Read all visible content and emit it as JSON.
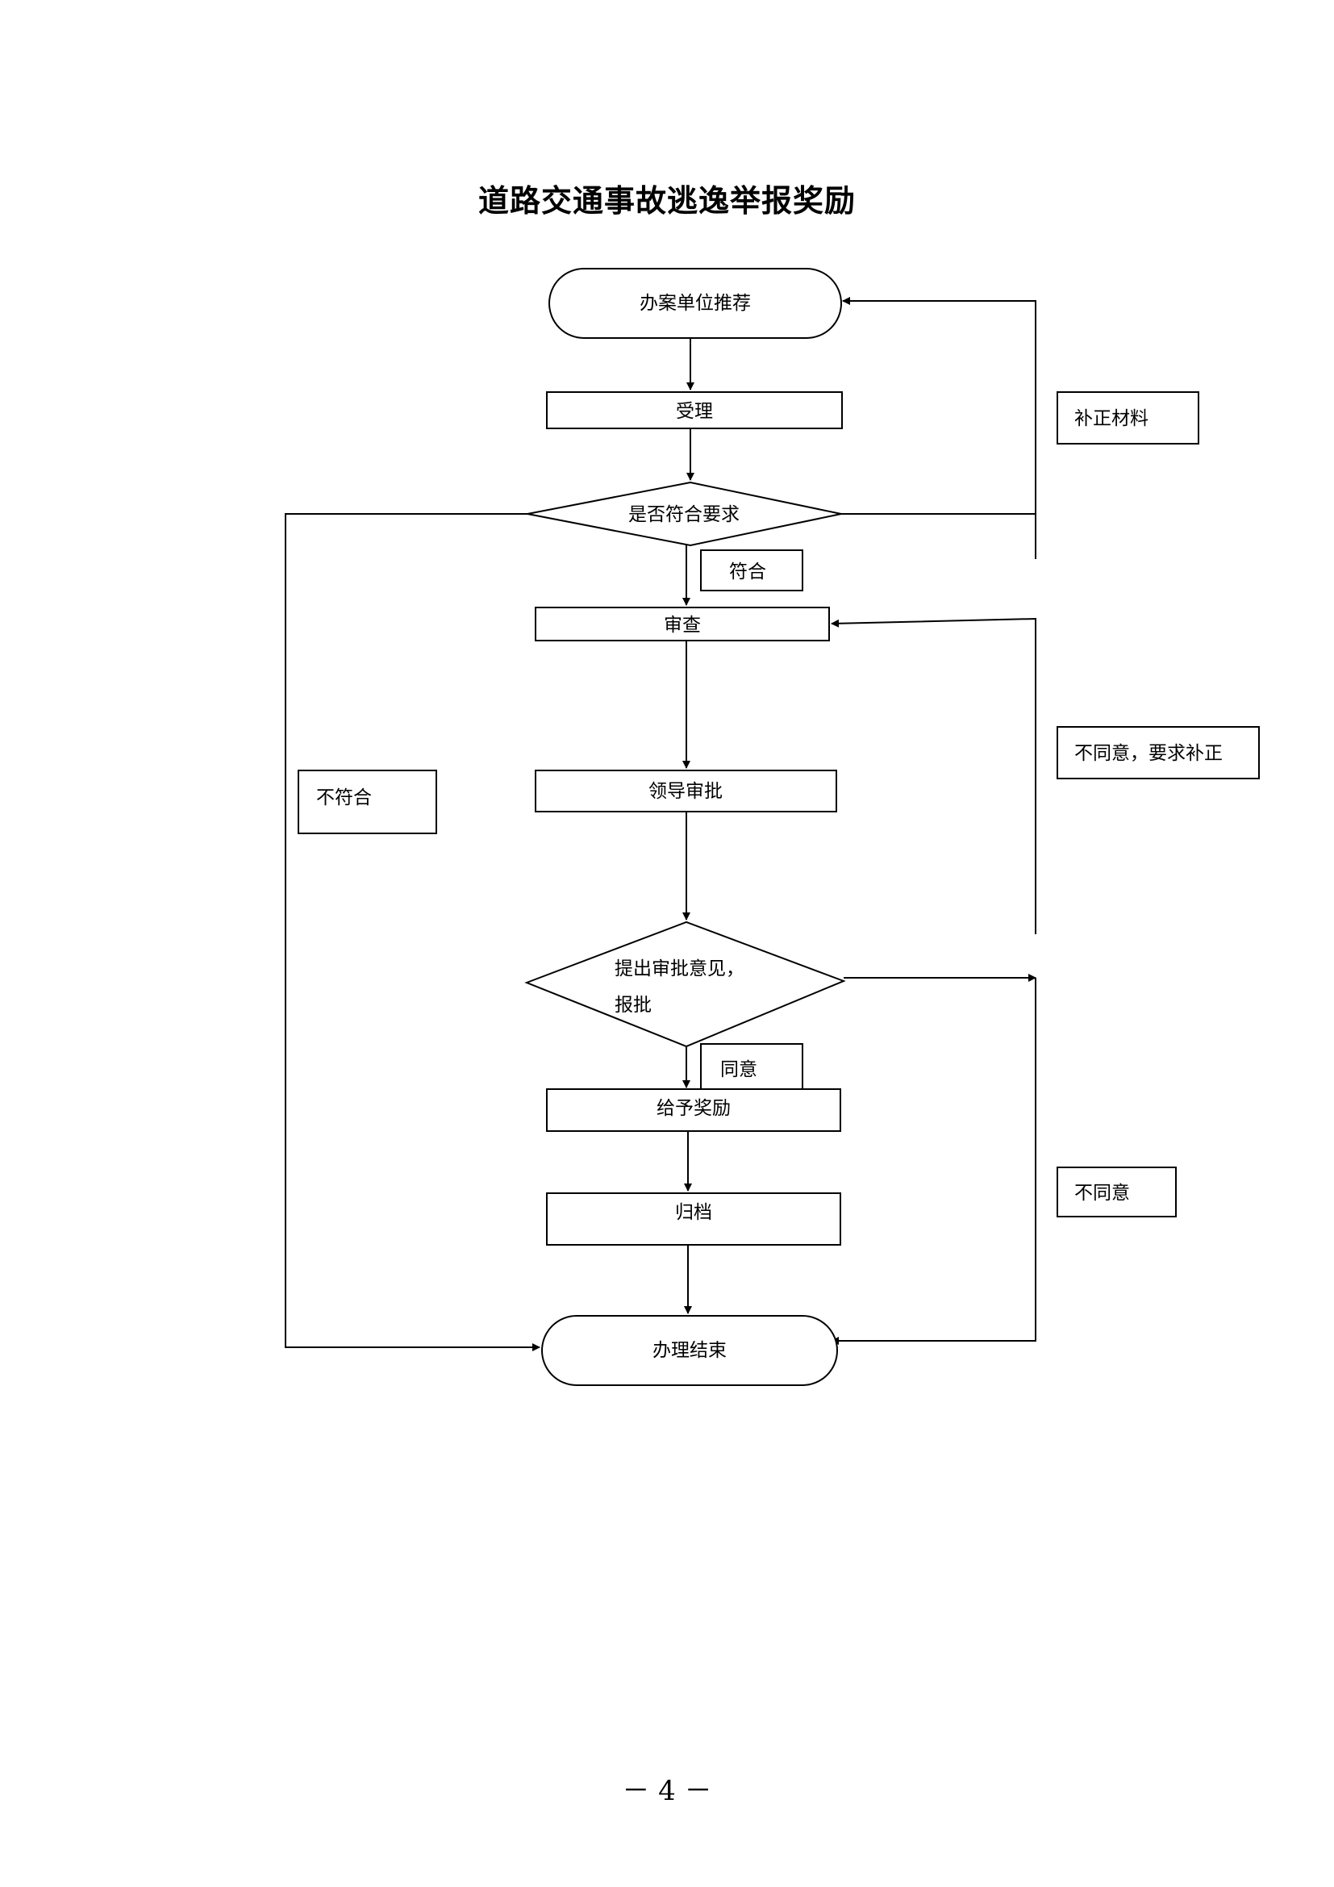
{
  "title": "道路交通事故逃逸举报奖励",
  "page_number": "－ 4 －",
  "nodes": {
    "recommend": "办案单位推荐",
    "accept": "受理",
    "check_req": "是否符合要求",
    "review": "审查",
    "leader_approve": "领导审批",
    "opinion_line1": "提出审批意见，",
    "opinion_line2": "报批",
    "reward": "给予奖励",
    "archive": "归档",
    "end": "办理结束"
  },
  "labels": {
    "supplement": "补正材料",
    "meets": "符合",
    "not_agree_supplement": "不同意，要求补正",
    "not_meets": "不符合",
    "agree": "同意",
    "not_agree": "不同意"
  }
}
